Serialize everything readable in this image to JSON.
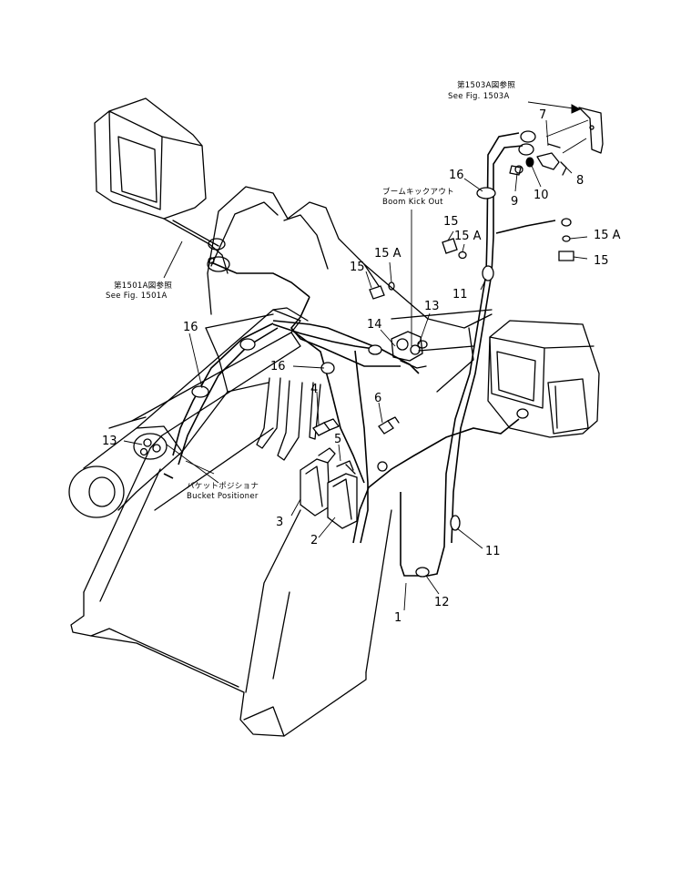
{
  "callouts": [
    {
      "id": "c1",
      "text": "1"
    },
    {
      "id": "c2",
      "text": "2"
    },
    {
      "id": "c3",
      "text": "3"
    },
    {
      "id": "c4",
      "text": "4"
    },
    {
      "id": "c5",
      "text": "5"
    },
    {
      "id": "c6",
      "text": "6"
    },
    {
      "id": "c7",
      "text": "7"
    },
    {
      "id": "c8",
      "text": "8"
    },
    {
      "id": "c9",
      "text": "9"
    },
    {
      "id": "c10",
      "text": "10"
    },
    {
      "id": "c11a",
      "text": "11"
    },
    {
      "id": "c11b",
      "text": "11"
    },
    {
      "id": "c12",
      "text": "12"
    },
    {
      "id": "c13a",
      "text": "13"
    },
    {
      "id": "c13b",
      "text": "13"
    },
    {
      "id": "c14",
      "text": "14"
    },
    {
      "id": "c15a",
      "text": "15"
    },
    {
      "id": "c15b",
      "text": "15"
    },
    {
      "id": "c15c",
      "text": "15"
    },
    {
      "id": "c15Aa",
      "text": "15 A"
    },
    {
      "id": "c15Ab",
      "text": "15 A"
    },
    {
      "id": "c15Ac",
      "text": "15 A"
    },
    {
      "id": "c16a",
      "text": "16"
    },
    {
      "id": "c16b",
      "text": "16"
    },
    {
      "id": "c16c",
      "text": "16"
    }
  ],
  "references": {
    "fig1503a_jp": "第1503A図参照",
    "fig1503a_en": "See Fig. 1503A",
    "fig1501a_jp": "第1501A図参照",
    "fig1501a_en": "See Fig. 1501A",
    "boom_kick_jp": "ブームキックアウト",
    "boom_kick_en": "Boom Kick Out",
    "bucket_pos_jp": "バケットポジショナ",
    "bucket_pos_en": "Bucket Positioner"
  }
}
